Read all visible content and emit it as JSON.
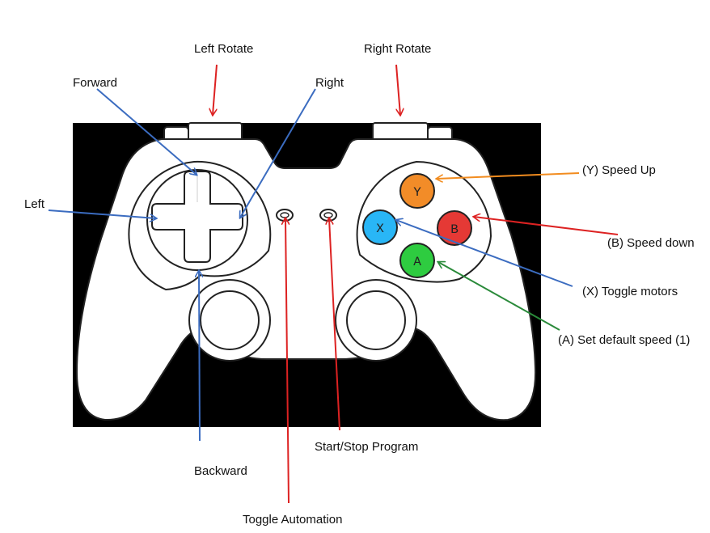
{
  "labels": {
    "left_rotate": "Left Rotate",
    "right_rotate": "Right Rotate",
    "forward": "Forward",
    "right": "Right",
    "left": "Left",
    "backward": "Backward",
    "toggle_automation": "Toggle Automation",
    "start_stop": "Start/Stop Program",
    "speed_up": "(Y) Speed Up",
    "speed_down": "(B) Speed down",
    "toggle_motors": "(X) Toggle motors",
    "default_speed": "(A) Set default speed (1)"
  },
  "buttons": {
    "y": {
      "letter": "Y",
      "color": "#f28c28"
    },
    "x": {
      "letter": "X",
      "color": "#29b6f6"
    },
    "b": {
      "letter": "B",
      "color": "#e53935"
    },
    "a": {
      "letter": "A",
      "color": "#2ecc40"
    }
  },
  "arrow_colors": {
    "red": "#dd2222",
    "blue": "#3b6cc0",
    "orange": "#f28c1f",
    "green": "#2a8a3a"
  },
  "controller_colors": {
    "background": "#000000",
    "body": "#ffffff",
    "outline": "#222222"
  }
}
